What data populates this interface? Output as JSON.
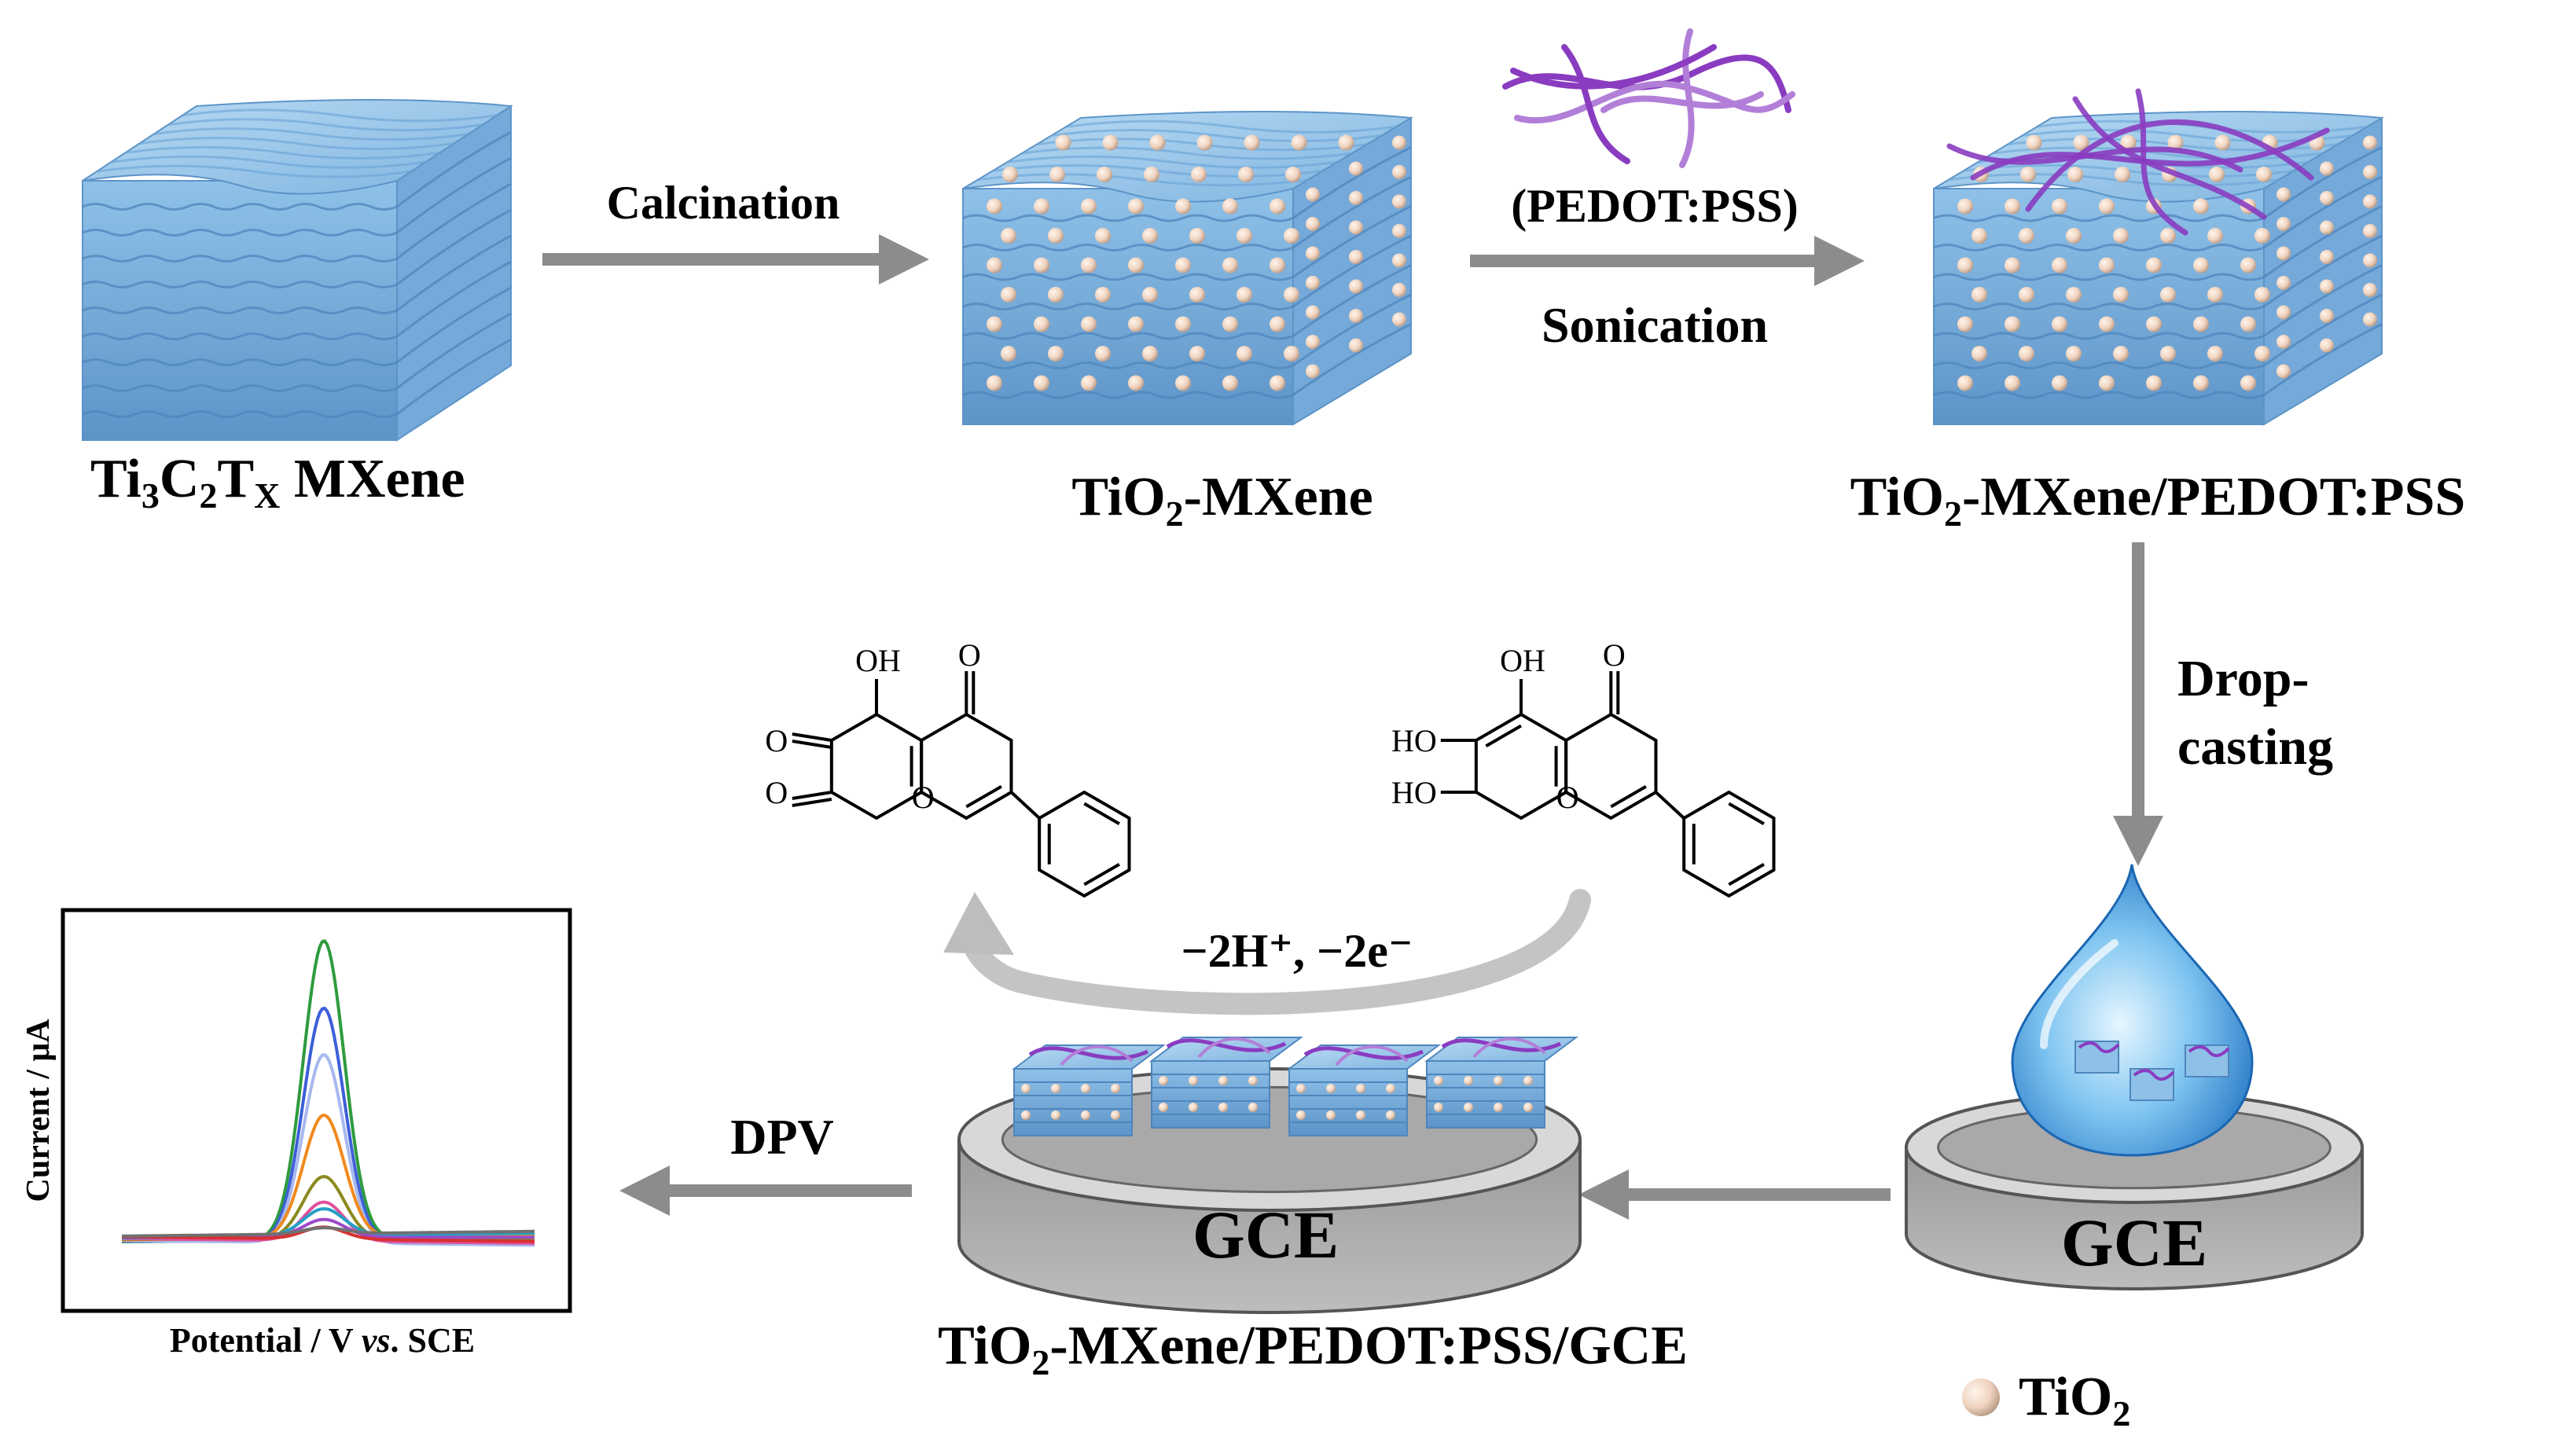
{
  "colors": {
    "mxene": "#8fc1e8",
    "mxene_dark": "#5a93c8",
    "tio2": "#f0d9c8",
    "polymer": "#8a3cc0",
    "arrow": "#8c8c8c",
    "curved_arrow": "#bdbdbd",
    "gce": "#a6a6a6",
    "drop": "#2e8fd8"
  },
  "steps": {
    "calcination": "Calcination",
    "pedot": "(PEDOT:PSS)",
    "sonication": "Sonication",
    "drop_casting_1": "Drop-",
    "drop_casting_2": "casting",
    "dpv": "DPV",
    "redox": "−2H⁺, −2e⁻"
  },
  "materials": {
    "mxene_main": "Ti",
    "mxene_s1": "3",
    "mxene_mid": "C",
    "mxene_s2": "2",
    "mxene_t": "T",
    "mxene_s3": "X",
    "mxene_tail": " MXene",
    "tio2_mxene_a": "TiO",
    "tio2_mxene_sub": "2",
    "tio2_mxene_b": "-MXene",
    "composite_a": "TiO",
    "composite_sub": "2",
    "composite_b": "-MXene/PEDOT:PSS",
    "electrode_a": "TiO",
    "electrode_sub": "2",
    "electrode_b": "-MXene/PEDOT:PSS/GCE"
  },
  "gce": {
    "label": "GCE"
  },
  "legend": {
    "tio2_a": "TiO",
    "tio2_sub": "2"
  },
  "molecule_labels": {
    "oh": "OH",
    "o": "O",
    "ho": "HO"
  },
  "plot": {
    "ylabel": "Current / μA",
    "xlabel_a": "Potential / V ",
    "xlabel_b": "vs",
    "xlabel_c": ". SCE"
  },
  "chart_data": {
    "type": "line",
    "title": "",
    "xlabel": "Potential / V vs. SCE",
    "ylabel": "Current / μA",
    "grid": false,
    "series_colors": [
      "#2e9b3e",
      "#3c5fd8",
      "#a7b8ee",
      "#f08a1e",
      "#8a8a1e",
      "#e0509a",
      "#24a0c8",
      "#9b4ac8",
      "#d83030",
      "#707070"
    ],
    "peak_heights": [
      1.0,
      0.78,
      0.63,
      0.41,
      0.21,
      0.13,
      0.09,
      0.06,
      0.04,
      0.02
    ]
  }
}
